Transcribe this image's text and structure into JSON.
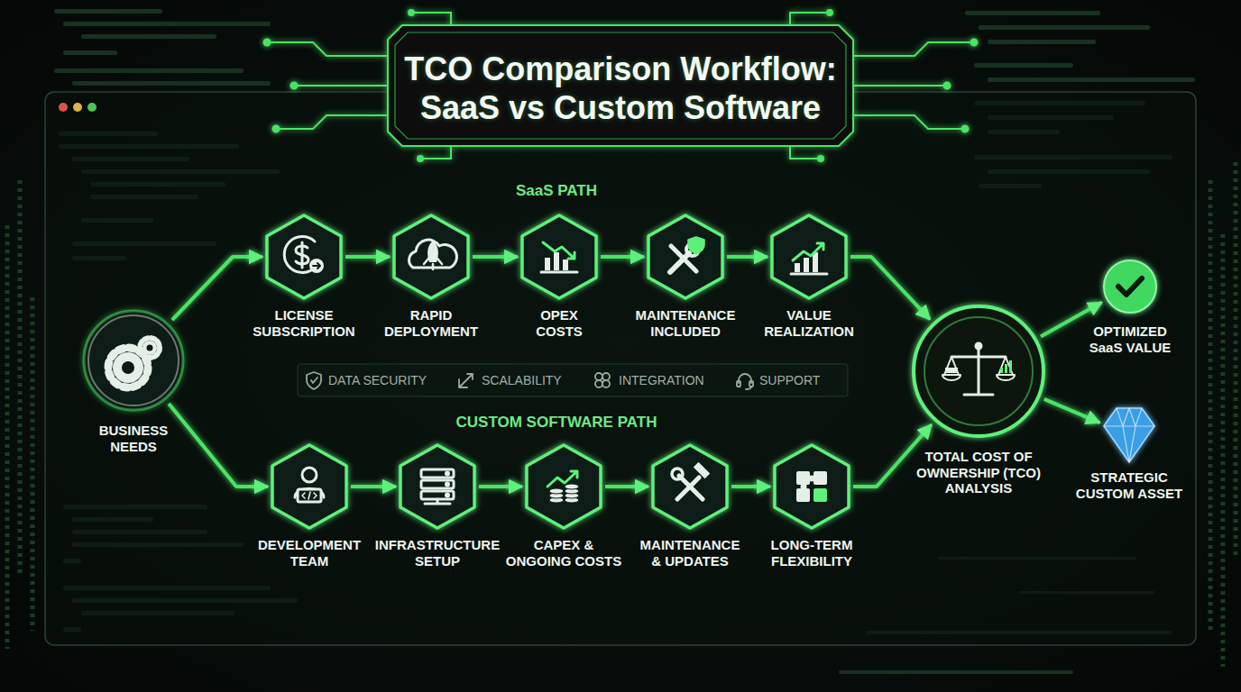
{
  "diagram": {
    "title": "TCO Comparison Workflow: SaaS vs Custom Software",
    "nodes": [
      {
        "text": [
          "BUSINESS NEEDS"
        ]
      },
      {
        "text": [
          "LICENSE SUBSCRIPTION"
        ]
      },
      {
        "text": [
          "RAPID DEPLOYMENT"
        ]
      },
      {
        "text": [
          "OPEX COSTS"
        ]
      },
      {
        "text": [
          "MAINTENANCE INCLUDED"
        ]
      },
      {
        "text": [
          "VALUE REALIZATION"
        ]
      },
      {
        "text": [
          "DEVELOPMENT TEAM"
        ]
      },
      {
        "text": [
          "INFRASTRUCTURE SETUP"
        ]
      },
      {
        "text": [
          "CAPEX & ONGOING COSTS"
        ]
      },
      {
        "text": [
          "MAINTENANCE & UPDATES"
        ]
      },
      {
        "text": [
          "LONG-TERM FLEXIBILITY"
        ]
      },
      {
        "text": [
          "TOTAL COST OF OWNERSHIP (TCO) ANALYSIS"
        ]
      },
      {
        "text": [
          "OPTIMIZED SaaS VALUE"
        ]
      },
      {
        "text": [
          "STRATEGIC CUSTOM ASSET"
        ]
      }
    ],
    "edges": [
      {
        "from": 0,
        "to": 1,
        "arrow": "to"
      },
      {
        "from": 1,
        "to": 2,
        "arrow": "to"
      },
      {
        "from": 2,
        "to": 3,
        "arrow": "to"
      },
      {
        "from": 3,
        "to": 4,
        "arrow": "to"
      },
      {
        "from": 4,
        "to": 5,
        "arrow": "to"
      },
      {
        "from": 5,
        "to": 11,
        "arrow": "to"
      },
      {
        "from": 0,
        "to": 6,
        "arrow": "to"
      },
      {
        "from": 6,
        "to": 7,
        "arrow": "to"
      },
      {
        "from": 7,
        "to": 8,
        "arrow": "to"
      },
      {
        "from": 8,
        "to": 9,
        "arrow": "to"
      },
      {
        "from": 9,
        "to": 10,
        "arrow": "to"
      },
      {
        "from": 10,
        "to": 11,
        "arrow": "to"
      },
      {
        "from": 11,
        "to": 12,
        "arrow": "to"
      },
      {
        "from": 11,
        "to": 13,
        "arrow": "to"
      }
    ],
    "labels": [
      "SaaS PATH",
      "DATA SECURITY",
      "SCALABILITY",
      "INTEGRATION",
      "SUPPORT",
      "CUSTOM SOFTWARE PATH"
    ]
  }
}
